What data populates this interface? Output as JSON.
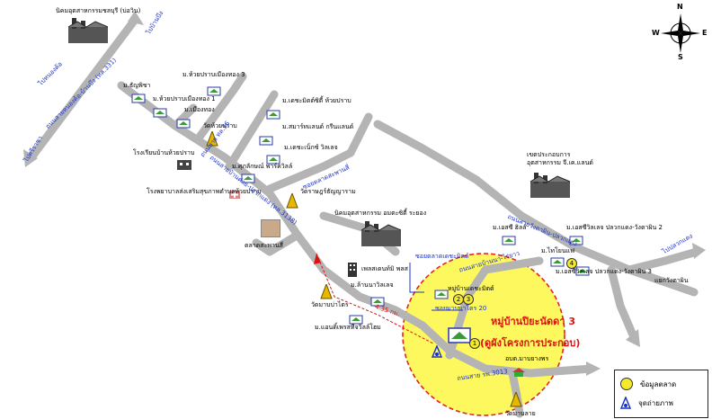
{
  "compass": {
    "n": "N",
    "s": "S",
    "e": "E",
    "w": "W"
  },
  "project": {
    "title": "หมู่บ้านปิยะนัดดา 3",
    "subtitle": "(ดูผังโครงการประกอบ)"
  },
  "distance": "4.35 กม.",
  "labels": {
    "industrial_estate_bowin": "นิคมอุตสาหกรรมชลบุรี (บ่อวิน)",
    "to_ban_bueng": "ไปบ้านบึง",
    "to_pluak_daeng": "ไปปลวกแดง",
    "to_nong_kho": "ไปหนองค้อ",
    "to_sri_racha": "ไปศรีราชา",
    "m_sanphicha": "ม.ธัญพิชา",
    "m_huaipraban_mueangthong3": "ม.ห้วยปราบเมืองทอง 3",
    "m_huaipraban_mueangthong1": "ม.ห้วยปราบเมืองทอง 1",
    "m_mueangthong": "ม.เมืองทอง",
    "m_dechamit_city": "ม.เดชะมิตต์ซิตี้ ห้วยปราบ",
    "wat_huaipraban": "วัดห้วยปราบ",
    "m_smart_greenland": "ม.สมาร์ทแลนด์ กรีนแลนด์",
    "m_dechamit_vil": "ม.เดชะเน็กซ์ วิลเลจ",
    "school_huaipraban": "โรงเรียนบ้านห้วยปราบ",
    "m_suksamphan": "ม.ศุภลักษณ์ พาร์ควิลล์",
    "hospital_huaipraban": "โรงพยาบาลส่งเสริมสุขภาพตำบลห้วยปราบ",
    "wat_rat_thanyaram": "วัดราษฎร์ธัญญาราม",
    "industrial_estate_amata": "นิคมอุตสาหกรรม อมตะซิตี้ ระยอง",
    "talad_saphan_si": "ตลาดสะพานสี่",
    "jec_estate": "เขตประกอบการ อุตสาหกรรม จี.เค.แลนด์",
    "m_sc_hill": "ม.เอสซี ฮิลล์",
    "m_sc_village2": "ม.เอสซีวิลเลจ ปลวกแดง-วังตาผิน 2",
    "m_thai_tone": "ม.ไทโยนแฟ",
    "m_sc_village3": "ม.เอสซีวิลเลจ ปลวกแดง-วังตาผิน 3",
    "intersection_wangtaphin": "แยกวังตาผิน",
    "plaza_dechamit": "เพลสเดนท์มิ พลส",
    "m_lannawil": "ม.ล้านนาวิลเลจ",
    "wat_manbattrai": "วัดมาบบ่าไตร",
    "m_anprosit": "ม.แอนดิ์เพรสทีจวิลล์โฮม",
    "m_dechamit": "หมู่บ้านเดชะมิตต์",
    "wat_maplai": "วัดมาบลาย",
    "school_manyangphon": "อบต.มาบยางพร"
  },
  "roads": {
    "road_bowin_main": "ถนนสายหนองค้อ-บ้านบึง (ทล.331)",
    "road_huaipraban": "ถนนสาย ทล.36",
    "road_ban_khai": "ถนนสายบ้านค่าย-ปลวกแดง (ทล.3138)",
    "road_soi_talad": "ซอยตลาดสะพานสี่",
    "road_dechamit": "ซอยตลาดเดชะมิตต์",
    "road_manbattrai": "ซอยมาบบาไตร 20",
    "road_pluak_daeng": "ถนนสายวังตาผิน-ปลวกแดง",
    "road_3013": "ถนนสาย รพ.3013",
    "road_to_pluak": "ถนนสายบ้านนา-ไร่ยาว"
  },
  "legend": {
    "market_label": "ข้อมูลตลาด",
    "photo_label": "จุดถ่ายภาพ"
  },
  "markers": {
    "m1": "1",
    "m2": "2",
    "m3": "3",
    "m4": "4"
  },
  "colors": {
    "road": "#b4b4b4",
    "circle_fill": "#fdf85e",
    "circle_border": "#e52222",
    "road_text": "#1a33cc",
    "marker": "#f4ea2a",
    "accent_red": "#e01010"
  }
}
